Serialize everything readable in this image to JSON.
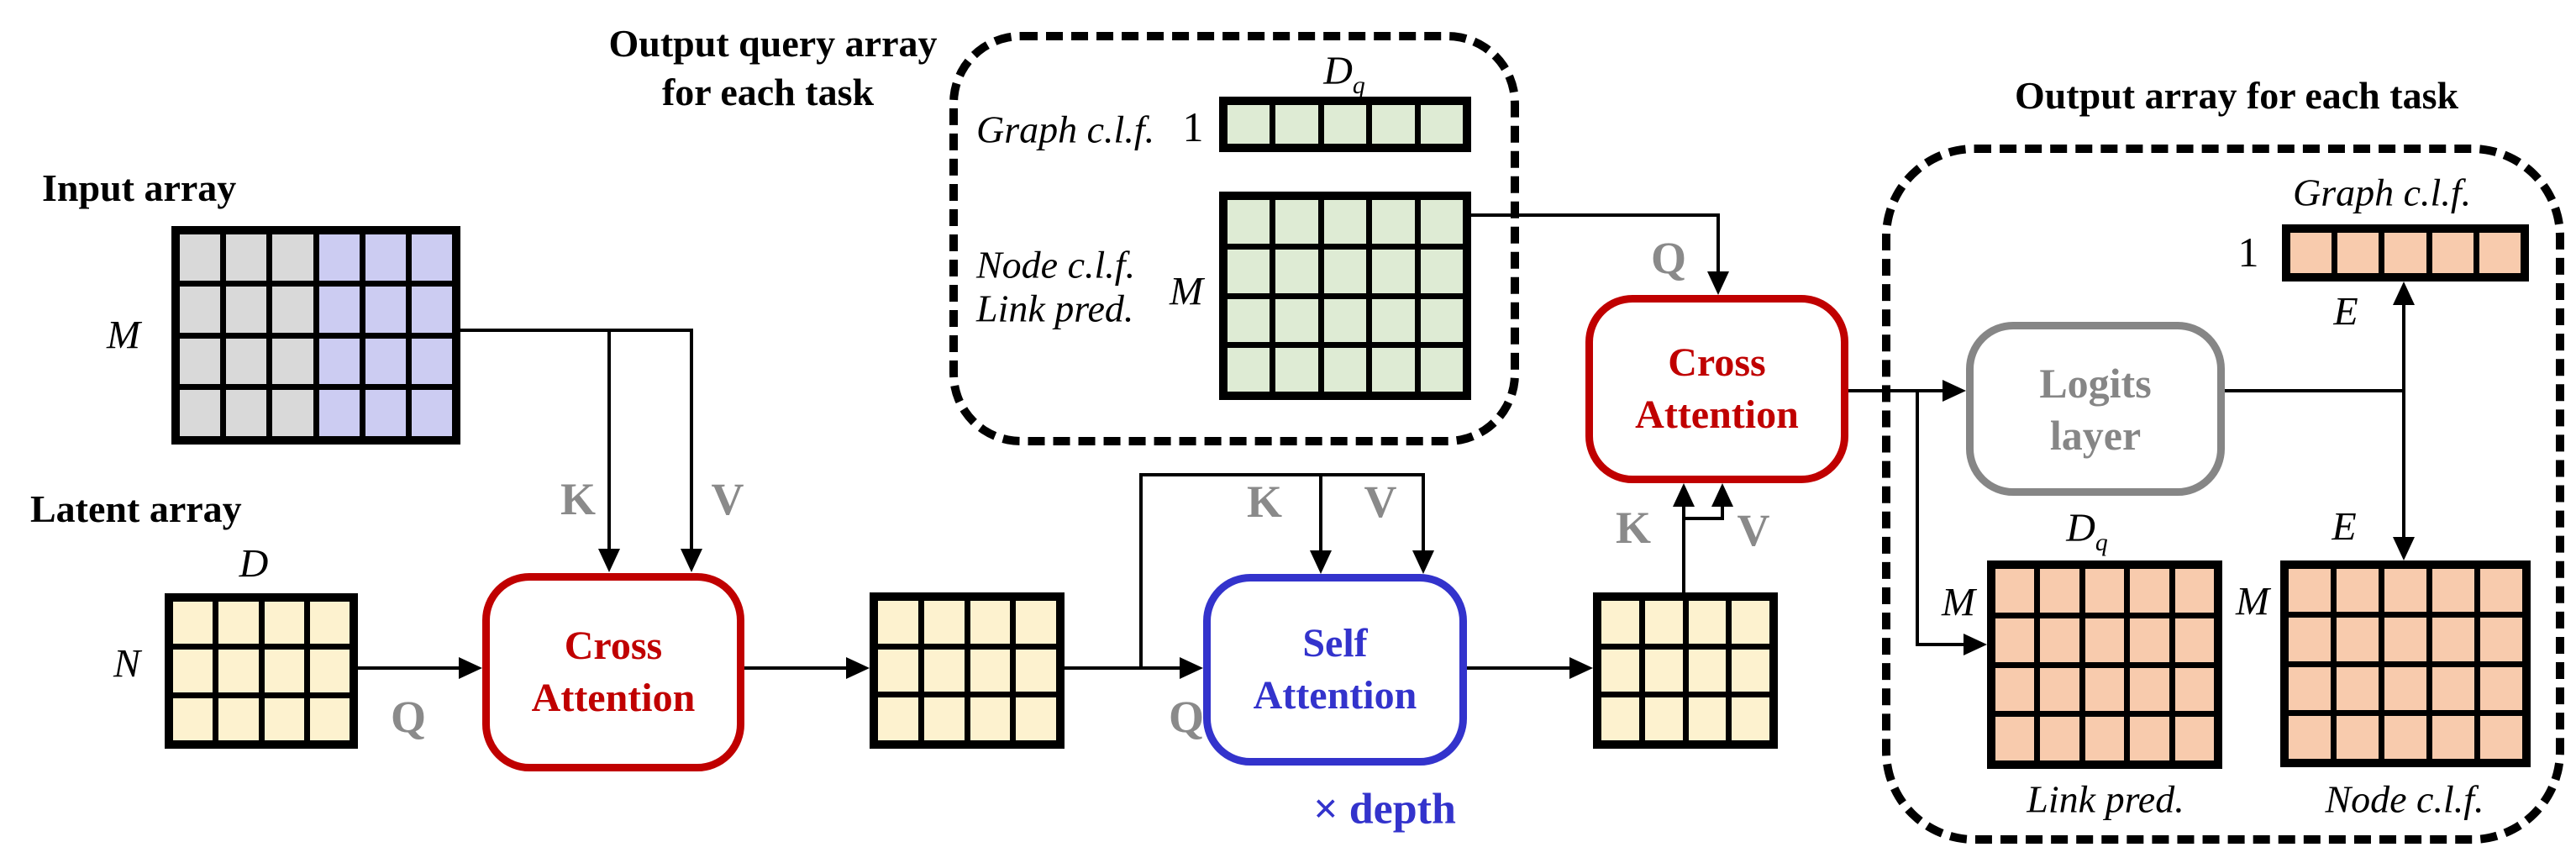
{
  "colors": {
    "red": "#C00000",
    "blue": "#3333CC",
    "muted": "#8A8A8A",
    "logits_gray": "#868686",
    "cell_gray": "#D9D9D9",
    "cell_purple": "#CCCCF2",
    "cell_yellow": "#FDF2CF",
    "cell_green": "#DEEBD4",
    "cell_orange": "#F8CBAD",
    "line_black": "#000000"
  },
  "titles": {
    "input_array": "Input array",
    "latent_array": "Latent array",
    "query_box_line1": "Output query array",
    "query_box_line2": "for each task",
    "output_box": "Output array for each task"
  },
  "blocks": {
    "cross_attention": {
      "line1": "Cross",
      "line2": "Attention"
    },
    "self_attention": {
      "line1": "Self",
      "line2": "Attention"
    },
    "logits_layer": {
      "line1": "Logits",
      "line2": "layer"
    },
    "depth_note": "× depth"
  },
  "ports": {
    "q": "Q",
    "k": "K",
    "v": "V"
  },
  "dims": {
    "m": "M",
    "n": "N",
    "d": "D",
    "e": "E",
    "one": "1",
    "d_q": {
      "base": "D",
      "sub": "q"
    }
  },
  "tasks": {
    "graph_clf": "Graph c.l.f.",
    "node_clf": "Node c.l.f.",
    "link_pred": "Link pred."
  },
  "grids": {
    "input_array": {
      "rows": 4,
      "cols": 6,
      "column_colors": [
        "#D9D9D9",
        "#D9D9D9",
        "#D9D9D9",
        "#CCCCF2",
        "#CCCCF2",
        "#CCCCF2"
      ]
    },
    "latent_array": {
      "rows": 3,
      "cols": 4,
      "color": "#FDF2CF"
    },
    "hidden_after_cross": {
      "rows": 3,
      "cols": 4,
      "color": "#FDF2CF"
    },
    "hidden_after_self": {
      "rows": 3,
      "cols": 4,
      "color": "#FDF2CF"
    },
    "query_row": {
      "rows": 1,
      "cols": 5,
      "color": "#DEEBD4"
    },
    "query_matrix": {
      "rows": 4,
      "cols": 5,
      "color": "#DEEBD4"
    },
    "output_graph_row": {
      "rows": 1,
      "cols": 5,
      "color": "#F8CBAD"
    },
    "output_link_matrix": {
      "rows": 4,
      "cols": 5,
      "color": "#F8CBAD"
    },
    "output_node_matrix": {
      "rows": 4,
      "cols": 5,
      "color": "#F8CBAD"
    }
  }
}
